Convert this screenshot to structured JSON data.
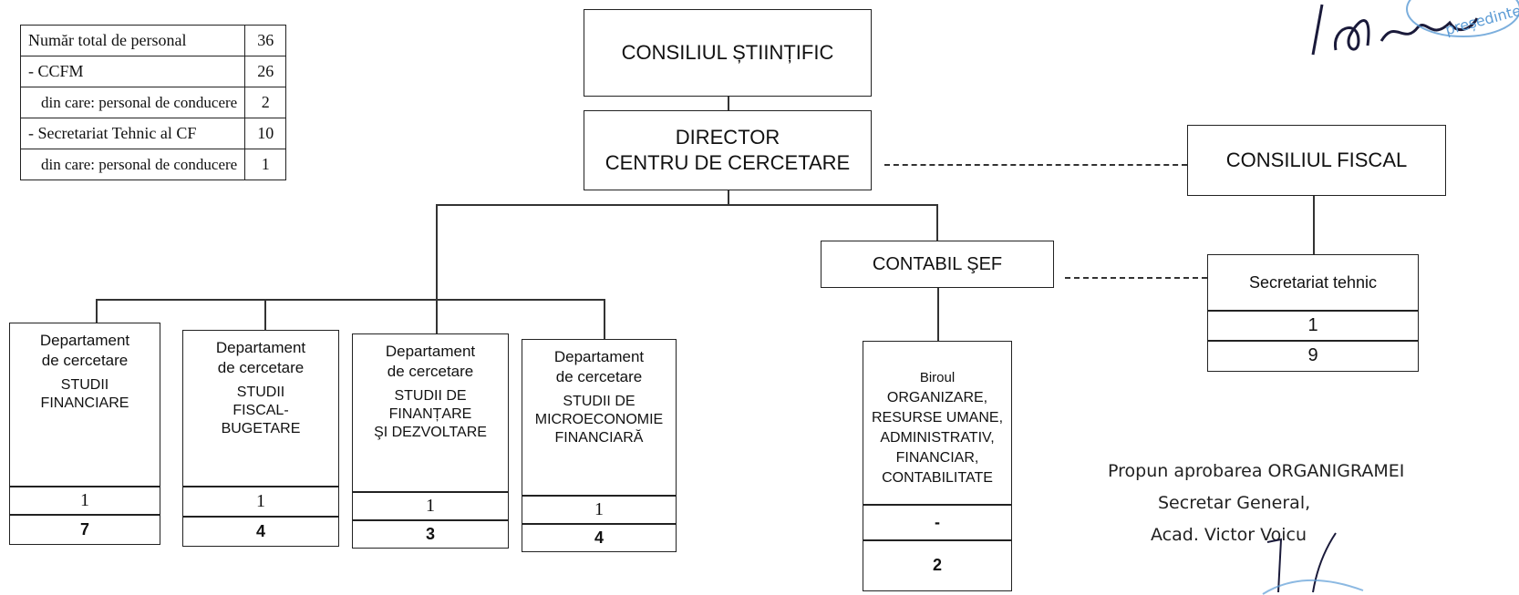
{
  "summary": {
    "rows": [
      {
        "label": "Număr total de personal",
        "value": "36"
      },
      {
        "label": "- CCFM",
        "value": "26"
      },
      {
        "label": "din care: personal de conducere",
        "value": "2"
      },
      {
        "label": "- Secretariat Tehnic al CF",
        "value": "10"
      },
      {
        "label": "din care: personal de conducere",
        "value": "1"
      }
    ]
  },
  "nodes": {
    "consiliul_stiintific": "CONSILIUL ȘTIINȚIFIC",
    "director_line1": "DIRECTOR",
    "director_line2": "CENTRU DE CERCETARE",
    "consiliul_fiscal": "CONSILIUL FISCAL",
    "contabil_sef": "CONTABIL ŞEF",
    "secretariat_tehnic": {
      "label": "Secretariat tehnic",
      "count1": "1",
      "count2": "9"
    },
    "birou": {
      "title": "Biroul",
      "lines": [
        "ORGANIZARE,",
        "RESURSE UMANE,",
        "ADMINISTRATIV,",
        "FINANCIAR,",
        "CONTABILITATE"
      ],
      "count1": "-",
      "count2": "2"
    }
  },
  "departments": [
    {
      "line1": "Departament",
      "line2": "de cercetare",
      "sub": [
        "STUDII",
        "FINANCIARE"
      ],
      "count1": "1",
      "count2": "7"
    },
    {
      "line1": "Departament",
      "line2": "de cercetare",
      "sub": [
        "STUDII",
        "FISCAL-",
        "BUGETARE"
      ],
      "count1": "1",
      "count2": "4"
    },
    {
      "line1": "Departament",
      "line2": "de cercetare",
      "sub": [
        "STUDII DE",
        "FINANȚARE",
        "ŞI DEZVOLTARE"
      ],
      "count1": "1",
      "count2": "3"
    },
    {
      "line1": "Departament",
      "line2": "de cercetare",
      "sub": [
        "STUDII DE",
        "MICROECONOMIE",
        "FINANCIARĂ"
      ],
      "count1": "1",
      "count2": "4"
    }
  ],
  "approval": {
    "line1": "Propun aprobarea ORGANIGRAMEI",
    "line2": "Secretar General,",
    "line3": "Acad. Victor Voicu"
  }
}
